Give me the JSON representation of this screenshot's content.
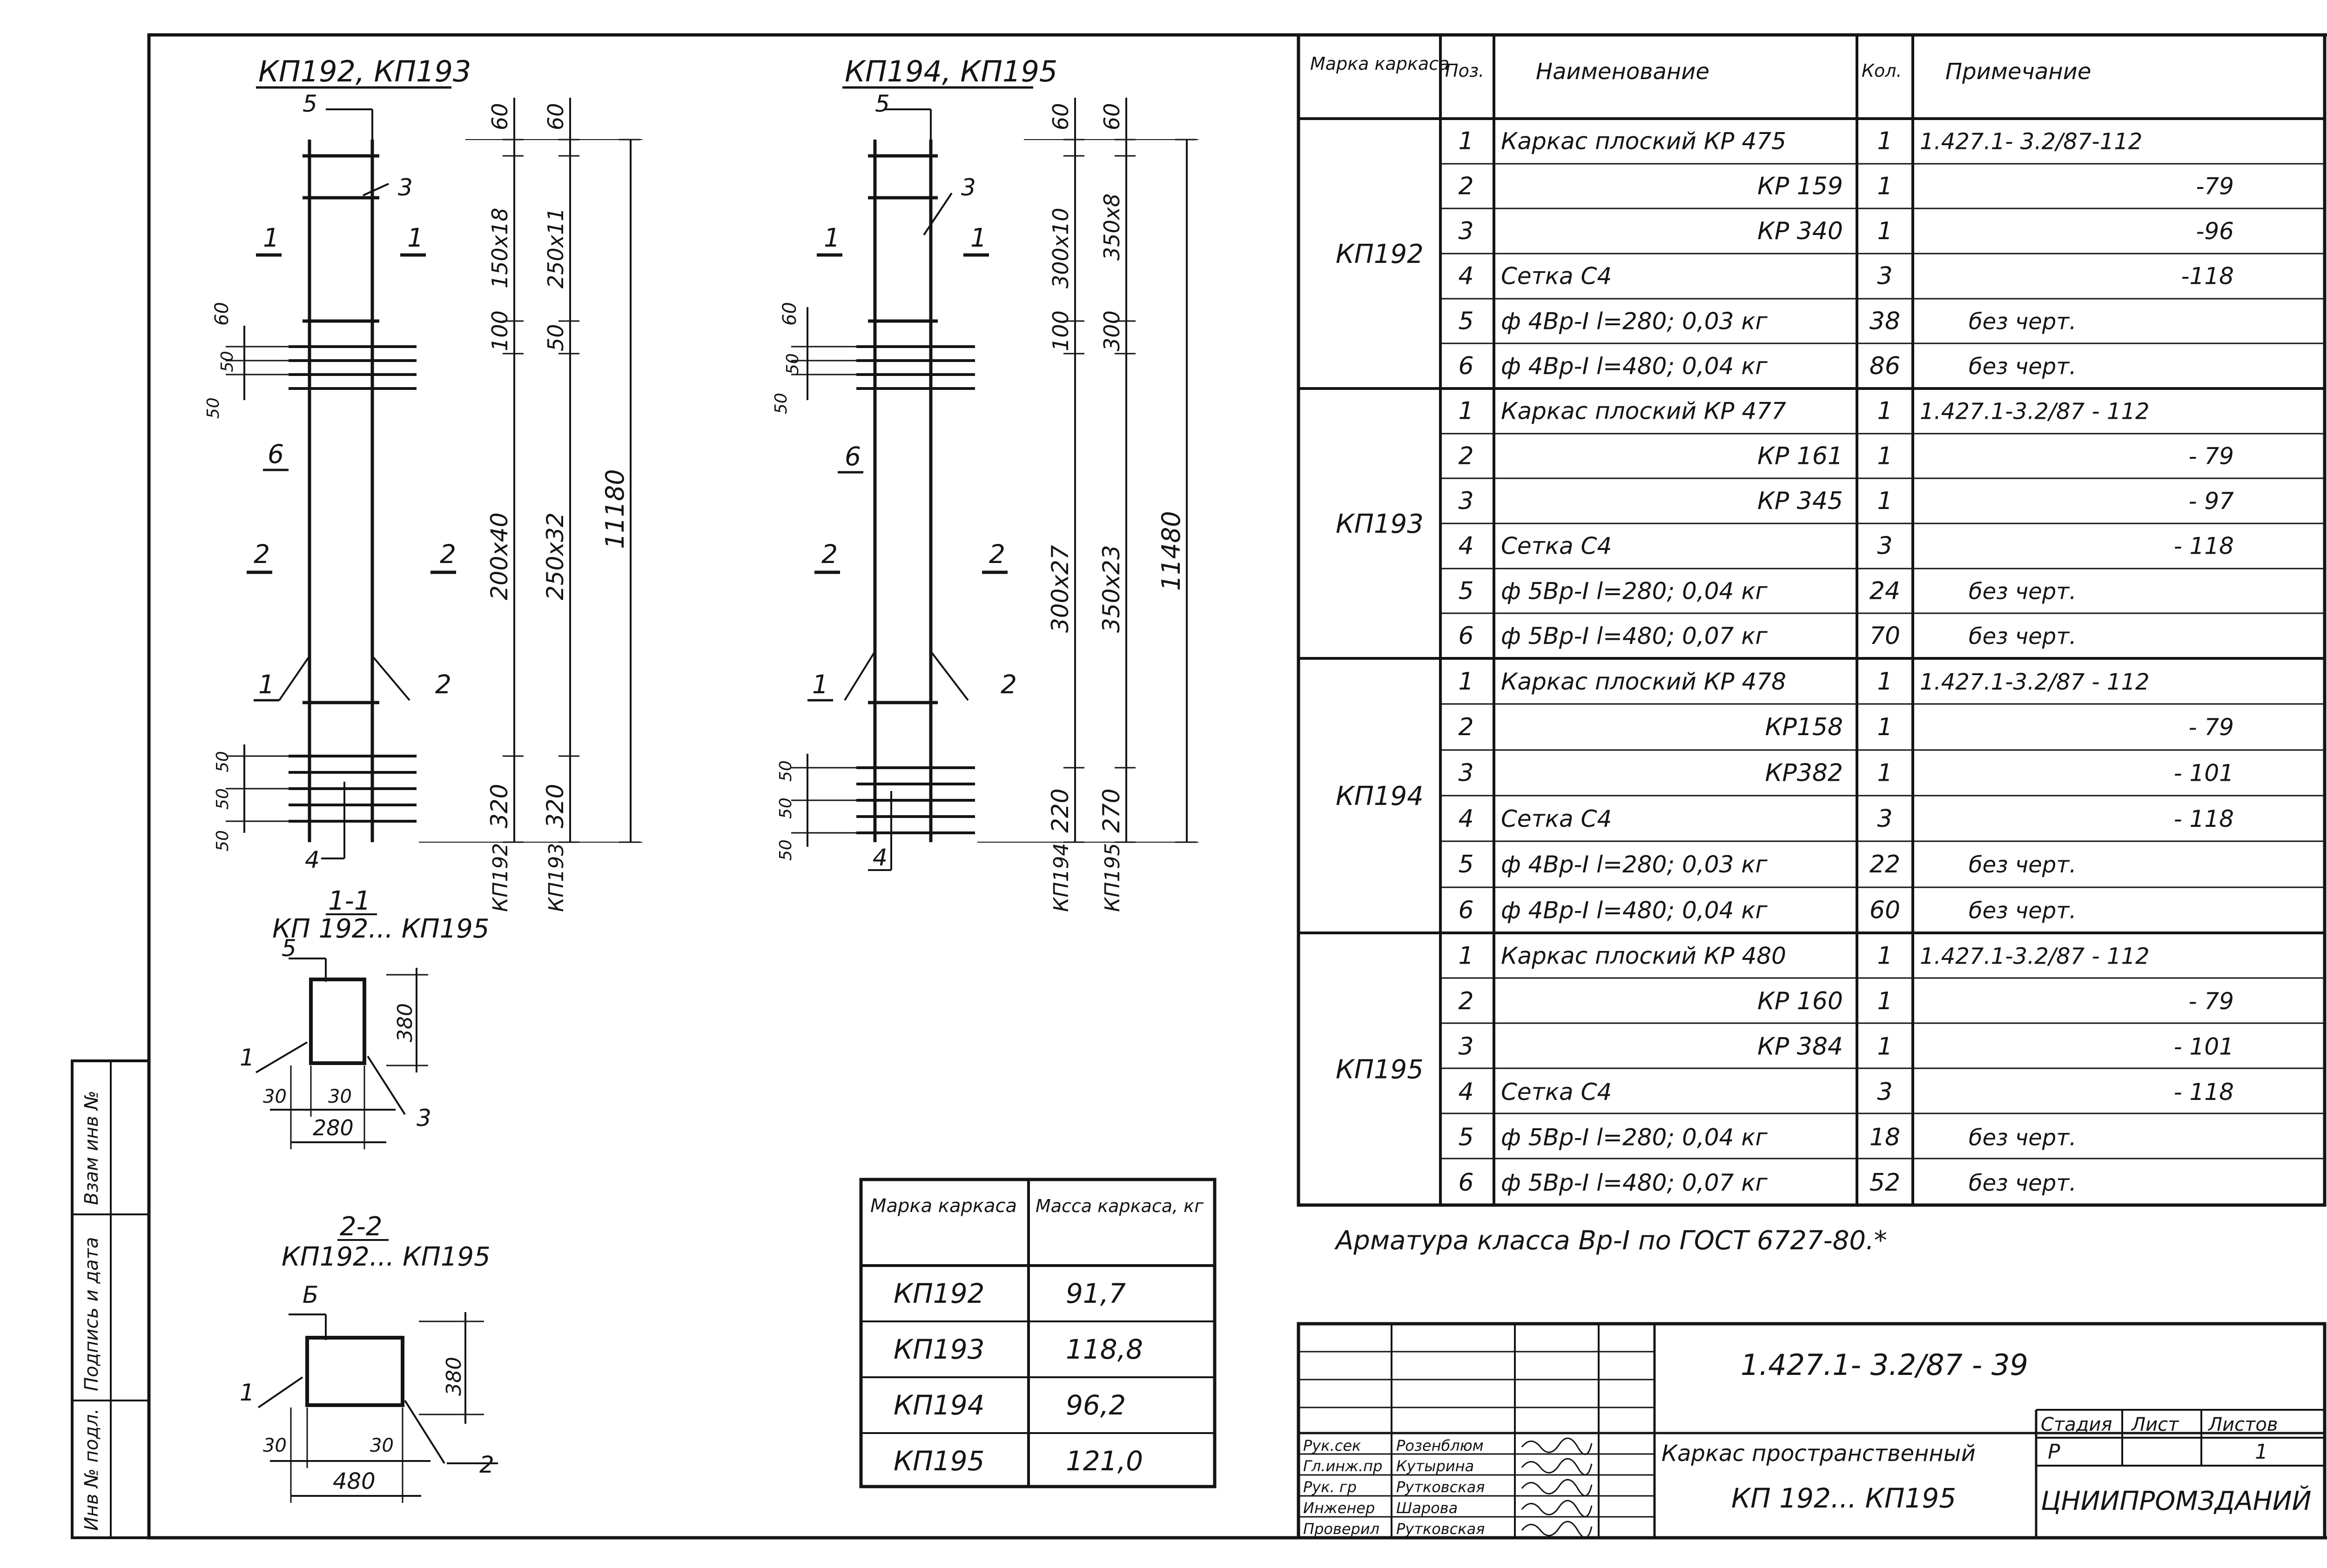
{
  "drawing": {
    "group_a": {
      "title": "КП192, КП193",
      "labels": [
        "5",
        "3",
        "1",
        "1",
        "6",
        "2",
        "2",
        "1",
        "2",
        "4"
      ],
      "left_dims": [
        "60",
        "50",
        "50",
        "50",
        "50",
        "50"
      ],
      "dims_col1": [
        "60",
        "150х18",
        "100",
        "200х40",
        "320",
        "КП192"
      ],
      "dims_col2": [
        "60",
        "250х11",
        "50",
        "250х32",
        "320",
        "КП193"
      ],
      "total": "11180"
    },
    "group_b": {
      "title": "КП194, КП195",
      "labels": [
        "5",
        "3",
        "1",
        "1",
        "6",
        "2",
        "2",
        "1",
        "2",
        "4"
      ],
      "left_dims": [
        "60",
        "50",
        "50",
        "50",
        "50",
        "50"
      ],
      "dims_col1": [
        "60",
        "300х10",
        "100",
        "300х27",
        "220",
        "КП194"
      ],
      "dims_col2": [
        "60",
        "350х8",
        "300",
        "350х23",
        "270",
        "КП195"
      ],
      "total": "11480"
    },
    "section_1": {
      "title": "1-1",
      "subtitle": "КП 192... КП195",
      "labels": [
        "5",
        "1",
        "3"
      ],
      "dims": [
        "380",
        "30",
        "30",
        "280"
      ]
    },
    "section_2": {
      "title": "2-2",
      "subtitle": "КП192... КП195",
      "labels": [
        "Б",
        "1",
        "2"
      ],
      "dims": [
        "380",
        "30",
        "30",
        "480"
      ]
    }
  },
  "mass_table": {
    "header": [
      "Марка каркаса",
      "Масса каркаса, кг"
    ],
    "rows": [
      [
        "КП192",
        "91,7"
      ],
      [
        "КП193",
        "118,8"
      ],
      [
        "КП194",
        "96,2"
      ],
      [
        "КП195",
        "121,0"
      ]
    ]
  },
  "spec_table": {
    "header": [
      "Марка каркаса",
      "Поз.",
      "Наименование",
      "Кол.",
      "Примечание"
    ],
    "groups": [
      {
        "mark": "КП192",
        "rows": [
          [
            "1",
            "Каркас плоский КР 475",
            "1",
            "1.427.1- 3.2/87-112"
          ],
          [
            "2",
            "КР 159",
            "1",
            "-79"
          ],
          [
            "3",
            "КР 340",
            "1",
            "-96"
          ],
          [
            "4",
            "Сетка С4",
            "3",
            "-118"
          ],
          [
            "5",
            "ф 4Вр-I l=280; 0,03 кг",
            "38",
            "без черт."
          ],
          [
            "6",
            "ф 4Вр-I l=480; 0,04 кг",
            "86",
            "без черт."
          ]
        ]
      },
      {
        "mark": "КП193",
        "rows": [
          [
            "1",
            "Каркас плоский КР 477",
            "1",
            "1.427.1-3.2/87 - 112"
          ],
          [
            "2",
            "КР 161",
            "1",
            "- 79"
          ],
          [
            "3",
            "КР 345",
            "1",
            "- 97"
          ],
          [
            "4",
            "Сетка С4",
            "3",
            "- 118"
          ],
          [
            "5",
            "ф 5Вр-I l=280; 0,04 кг",
            "24",
            "без черт."
          ],
          [
            "6",
            "ф 5Вр-I l=480; 0,07 кг",
            "70",
            "без черт."
          ]
        ]
      },
      {
        "mark": "КП194",
        "rows": [
          [
            "1",
            "Каркас плоский КР 478",
            "1",
            "1.427.1-3.2/87 - 112"
          ],
          [
            "2",
            "КР158",
            "1",
            "- 79"
          ],
          [
            "3",
            "КР382",
            "1",
            "- 101"
          ],
          [
            "4",
            "Сетка С4",
            "3",
            "- 118"
          ],
          [
            "5",
            "ф 4Вр-I l=280; 0,03 кг",
            "22",
            "без черт."
          ],
          [
            "6",
            "ф 4Вр-I l=480; 0,04 кг",
            "60",
            "без черт."
          ]
        ]
      },
      {
        "mark": "КП195",
        "rows": [
          [
            "1",
            "Каркас плоский КР 480",
            "1",
            "1.427.1-3.2/87 - 112"
          ],
          [
            "2",
            "КР 160",
            "1",
            "- 79"
          ],
          [
            "3",
            "КР 384",
            "1",
            "- 101"
          ],
          [
            "4",
            "Сетка С4",
            "3",
            "- 118"
          ],
          [
            "5",
            "ф 5Вр-I l=280; 0,04 кг",
            "18",
            "без черт."
          ],
          [
            "6",
            "ф 5Вр-I l=480; 0,07 кг",
            "52",
            "без черт."
          ]
        ]
      }
    ]
  },
  "note": "Арматура класса Вр-I по ГОСТ 6727-80.*",
  "title_block": {
    "code": "1.427.1- 3.2/87 - 39",
    "title_line1": "Каркас пространственный",
    "title_line2": "КП 192... КП195",
    "org": "ЦНИИПРОМЗДАНИЙ",
    "stage_label": "Стадия",
    "sheet_label": "Лист",
    "sheets_label": "Листов",
    "stage": "Р",
    "sheet": "",
    "sheets": "1",
    "signatures": [
      [
        "Рук.сек",
        "Розенблюм"
      ],
      [
        "Гл.инж.пр",
        "Кутырина"
      ],
      [
        "Рук. гр",
        "Рутковская"
      ],
      [
        "Инженер",
        "Шарова"
      ],
      [
        "Проверил",
        "Рутковская"
      ]
    ]
  },
  "side_stamp": [
    "Инв № подл.",
    "Подпись и дата",
    "Взам инв №"
  ]
}
